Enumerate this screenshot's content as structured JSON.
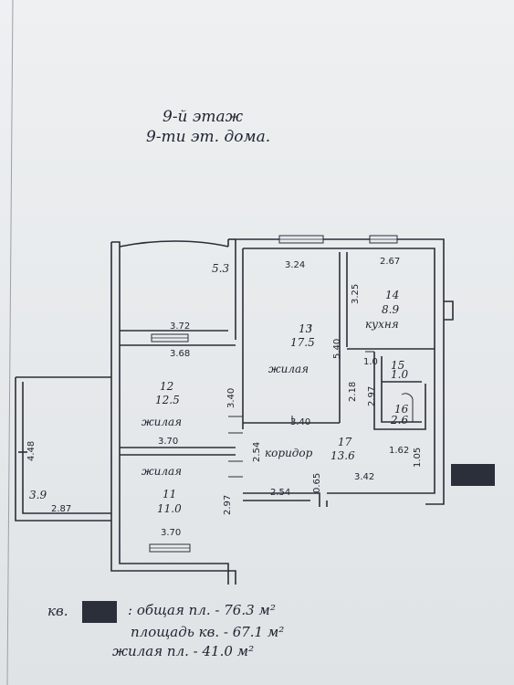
{
  "title": {
    "line1": "9-й этаж",
    "line2": "9-ти эт. дома."
  },
  "rooms": {
    "r53": "5.3",
    "r13_num": "13",
    "r13_area": "17.5",
    "r13_name": "жилая",
    "r14_num": "14",
    "r14_area": "8.9",
    "r14_name": "кухня",
    "r12_num": "12",
    "r12_area": "12.5",
    "r12_name": "жилая",
    "r11_num": "11",
    "r11_area": "11.0",
    "r11_name": "жилая",
    "r15_num": "15",
    "r15_area": "1.0",
    "r16_num": "16",
    "r16_area": "2.6",
    "r17_name": "коридор",
    "r17_num": "17",
    "r17_area": "13.6",
    "r39": "3.9"
  },
  "dims": {
    "d324": "3.24",
    "d267": "2.67",
    "d325": "3.25",
    "d372": "3.72",
    "d368": "3.68",
    "d540": "5.40",
    "d10": "1.0",
    "d218": "2.18",
    "d297a": "2.97",
    "d340": "3.40",
    "d340b": "3.40",
    "d370": "3.70",
    "d254": "2.54",
    "d162": "1.62",
    "d105": "1.05",
    "d342": "3.42",
    "d065": "0.65",
    "d254b": "2.54",
    "d297b": "2.97",
    "d448": "4.48",
    "d287": "2.87",
    "d370b": "3.70"
  },
  "footer": {
    "prefix": "кв.",
    "line1": ": общая пл. - 76.3 м²",
    "line2": "площадь кв. - 67.1 м²",
    "line3": "жилая пл. - 41.0 м²"
  }
}
